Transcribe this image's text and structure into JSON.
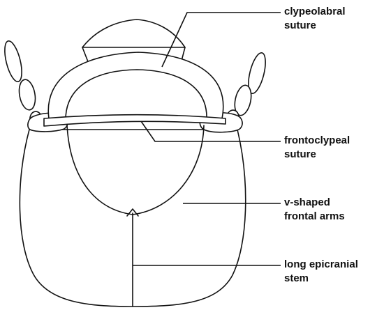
{
  "labels": {
    "clypeolabral": {
      "line1": "clypeolabral",
      "line2": "suture"
    },
    "frontoclypeal": {
      "line1": "frontoclypeal",
      "line2": "suture"
    },
    "frontal_arms": {
      "line1": "v-shaped",
      "line2": "frontal arms"
    },
    "epicranial": {
      "line1": "long epicranial",
      "line2": "stem"
    }
  }
}
